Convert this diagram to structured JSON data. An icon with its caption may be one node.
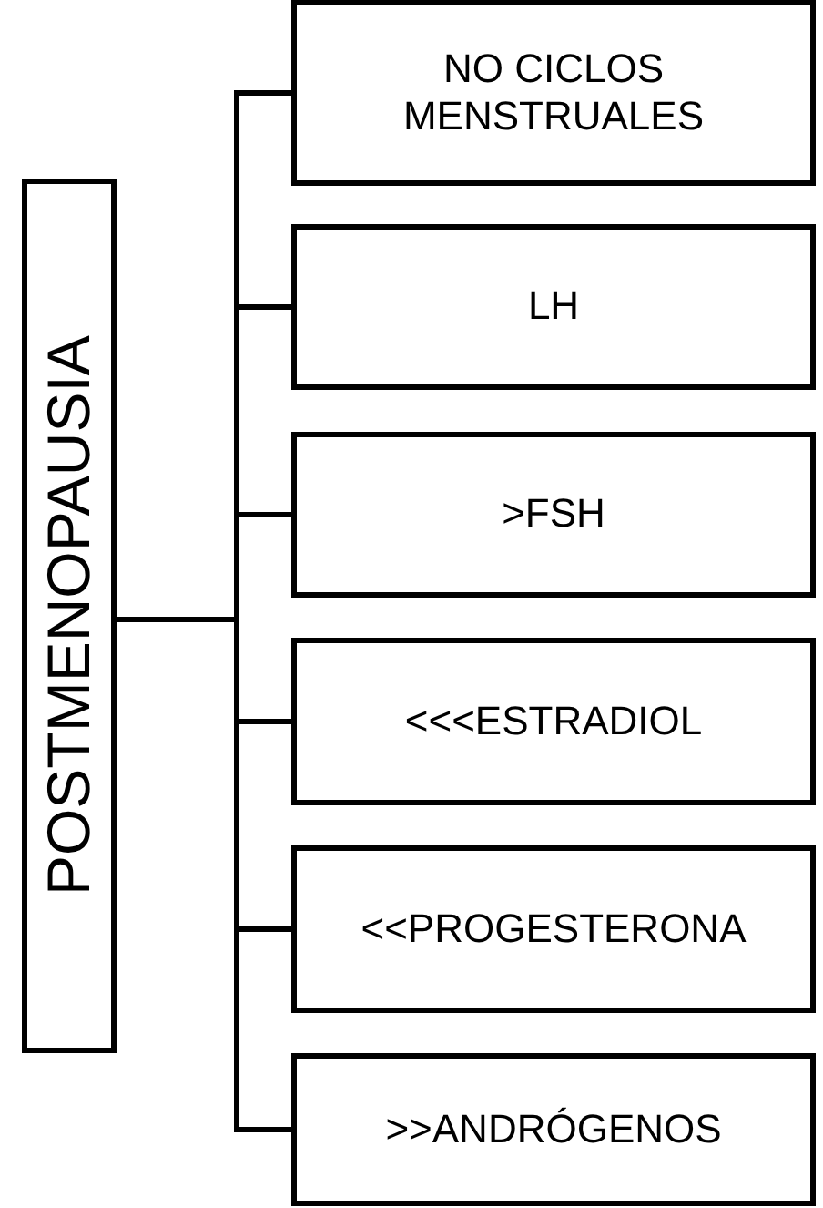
{
  "diagram": {
    "nodes": [
      {
        "text": [
          "POSTMENOPAUSIA"
        ]
      },
      {
        "text": [
          "NO CICLOS MENSTRUALES"
        ]
      },
      {
        "text": [
          "LH"
        ]
      },
      {
        "text": [
          ">FSH"
        ]
      },
      {
        "text": [
          "<<<ESTRADIOL"
        ]
      },
      {
        "text": [
          "<<PROGESTERONA"
        ]
      },
      {
        "text": [
          ">>ANDRÓGENOS"
        ]
      }
    ],
    "edges": [
      {
        "from": 0,
        "to": 1,
        "arrow": "none"
      },
      {
        "from": 0,
        "to": 2,
        "arrow": "none"
      },
      {
        "from": 0,
        "to": 3,
        "arrow": "none"
      },
      {
        "from": 0,
        "to": 4,
        "arrow": "none"
      },
      {
        "from": 0,
        "to": 5,
        "arrow": "none"
      },
      {
        "from": 0,
        "to": 6,
        "arrow": "none"
      }
    ]
  }
}
